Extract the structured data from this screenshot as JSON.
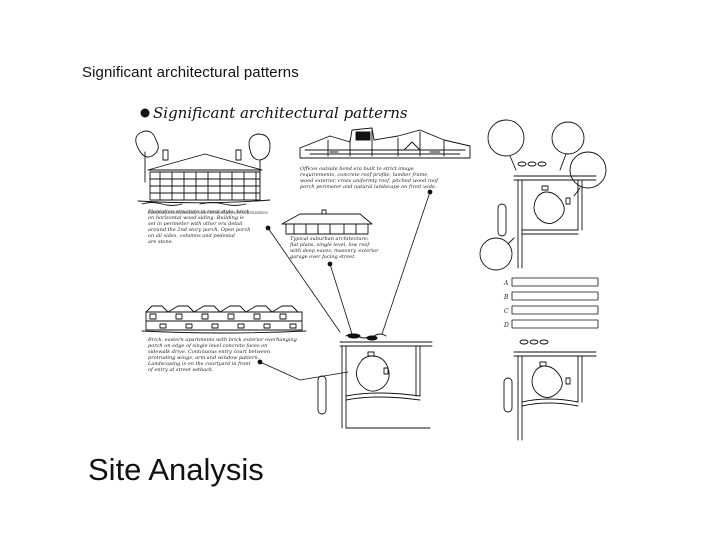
{
  "slide": {
    "title": "Significant architectural patterns",
    "footer": "Site Analysis"
  },
  "sketch": {
    "heading": "Significant architectural patterns",
    "notes": {
      "house": "Plantation structure in rural style, brick exterior on horizontal wood siding. Building is set in perimeter with other era detail around the 2nd story porch. Open porch on all sides, columns and pedestal are stone.",
      "modern": "Offices outside bond era built to strict image requirements, concrete roof profile, lumber frame, wood exterior, cross uniformly roof, pitched wood roof porch perimeter and natural landscape on front wide.",
      "ranch": "Typical suburban architecture: flat plans, single level, low roof with deep eaves, masonry, exterior garage over facing street.",
      "rowhouse": "Brick, eastern apartments with brick exterior overhanging porch on edge of single level concrete faces on sidewalk drive. Continuous entry court between protruding wings, arm and window pattern. Landscaping is on the courtyard in front of entry at street setback."
    },
    "bands": [
      "A",
      "B",
      "C",
      "D"
    ]
  }
}
